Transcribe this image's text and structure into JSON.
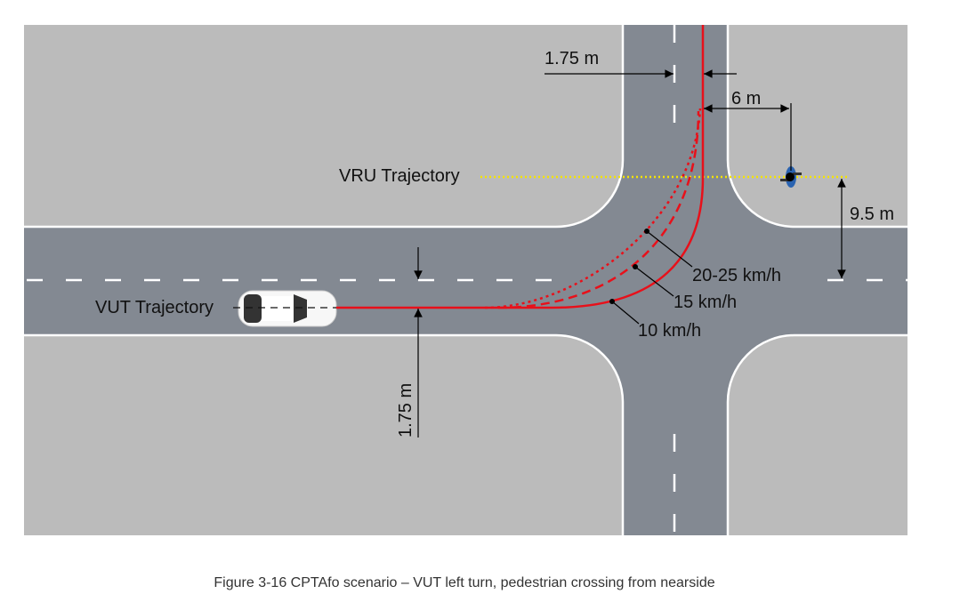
{
  "labels": {
    "vru_trajectory": "VRU Trajectory",
    "vut_trajectory": "VUT Trajectory",
    "dim_top_lane": "1.75 m",
    "dim_ped_offset": "6 m",
    "dim_ped_distance": "9.5 m",
    "dim_left_lane": "1.75 m",
    "speed_high": "20-25 km/h",
    "speed_mid": "15 km/h",
    "speed_low": "10 km/h"
  },
  "caption": "Figure 3-16 CPTAfo scenario – VUT left turn, pedestrian crossing from nearside",
  "colors": {
    "road": "#838992",
    "ground": "#bbbbbb",
    "trajectory": "#e8101a",
    "vru_line": "#f5e400"
  }
}
